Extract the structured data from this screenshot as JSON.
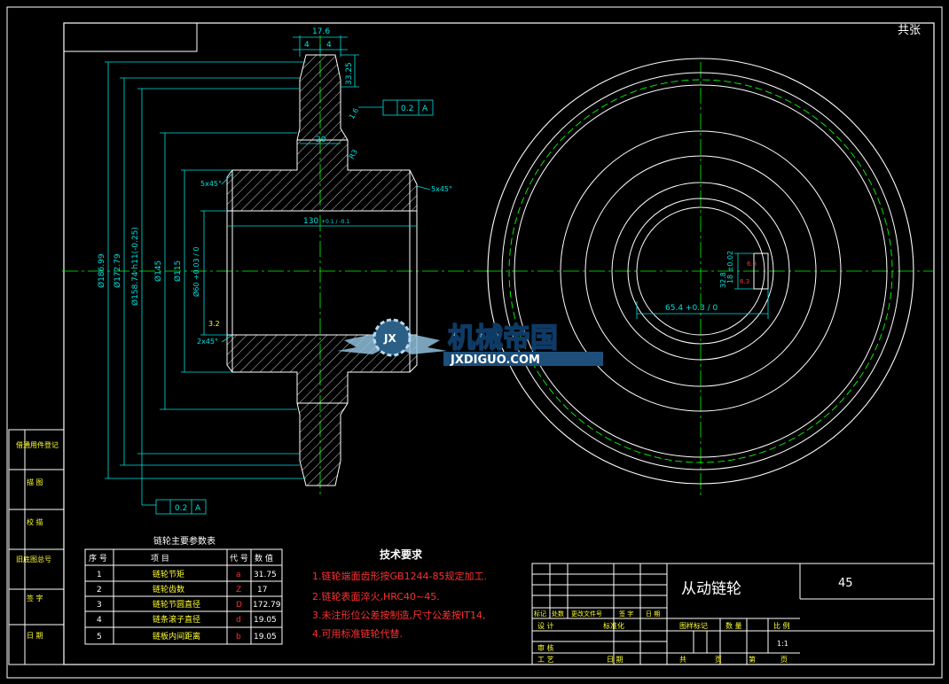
{
  "corner_mark": "共张",
  "dimensions": {
    "width_top": "17.6",
    "half_left": "4",
    "half_right": "4",
    "tooth_depth": "33.25",
    "tol_frame_value": "0.2",
    "tol_frame_datum": "A",
    "chamfer_small": "1.6",
    "chamfer_r": "R3",
    "hub_20": "20",
    "chamfer_top_left": "5x45°",
    "chamfer_top_right": "5x45°",
    "bore_len": "130",
    "bore_len_tol": "+0.1 / -0.1",
    "dia_outer": "Ø186.99",
    "dia_root": "Ø172.79",
    "dia_pitch": "Ø158.74 h11(-0.25)",
    "dia_hub": "Ø145",
    "dia_115": "Ø115",
    "dia_bore": "Ø60 +0.03 / 0",
    "roughness_inner": "3.2",
    "chamfer_bottom": "2x45°",
    "bottom_tol_value": "0.2",
    "bottom_tol_datum": "A",
    "keyway_width": "18 ±0.02",
    "keyway_depth": "32.8",
    "keyway_tol1": "6.3",
    "keyway_tol2": "6.3",
    "keyway_65": "65.4 +0.3 / 0"
  },
  "left_stamp": {
    "items": [
      "借通用件登记",
      "描 图",
      "校 描",
      "旧底图总号",
      "签 字",
      "日 期"
    ]
  },
  "param_table": {
    "title": "链轮主要参数表",
    "headers": [
      "序 号",
      "项    目",
      "代 号",
      "数 值"
    ],
    "rows": [
      [
        "1",
        "链轮节矩",
        "a",
        "31.75"
      ],
      [
        "2",
        "链轮齿数",
        "Z",
        "17"
      ],
      [
        "3",
        "链轮节圆直径",
        "D",
        "172.79"
      ],
      [
        "4",
        "链条滚子直径",
        "d",
        "19.05"
      ],
      [
        "5",
        "链板内间距离",
        "b",
        "19.05"
      ]
    ]
  },
  "tech_req": {
    "title": "技术要求",
    "lines": [
      "1.链轮端面齿形按GB1244-85规定加工.",
      "2.链轮表面淬火,HRC40~45.",
      "3.未注形位公差按制造,尺寸公差按IT14,",
      "4.可用标准链轮代替."
    ]
  },
  "title_block": {
    "part_name": "从动链轮",
    "material": "45",
    "row1": [
      "标记",
      "处数",
      "更改文件号",
      "签 字",
      "日 期"
    ],
    "design": "设 计",
    "standard": "标准化",
    "audit": "审 核",
    "process": "工 艺",
    "date": "日 期",
    "mark_headers": [
      "图样标记",
      "数 量",
      "比 例"
    ],
    "scale": "1:1",
    "sheet": [
      "共",
      "页",
      "第",
      "页"
    ]
  },
  "watermark": {
    "name": "机械帝国",
    "url": "JXDIGUO.COM",
    "emblem": "JX"
  },
  "colors": {
    "frame": "#ffffff",
    "dim": "#00e0e0",
    "hatch": "#ffffff",
    "center": "#00ff00",
    "red": "#ff3030",
    "yellow": "#ffff33"
  }
}
